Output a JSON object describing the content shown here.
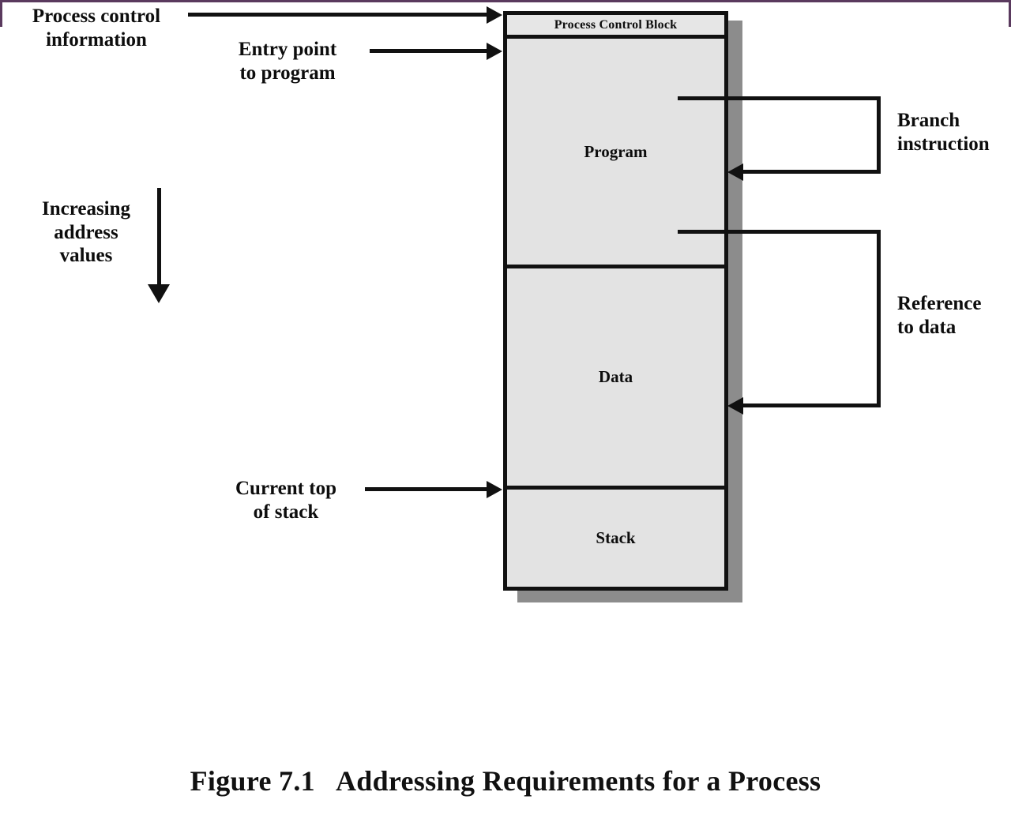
{
  "figure": {
    "caption_number": "Figure 7.1",
    "caption_title": "Addressing Requirements for a Process"
  },
  "memory_block": {
    "segments": [
      {
        "id": "pcb",
        "label": "Process Control Block"
      },
      {
        "id": "program",
        "label": "Program"
      },
      {
        "id": "data",
        "label": "Data"
      },
      {
        "id": "stack",
        "label": "Stack"
      }
    ]
  },
  "annotations": {
    "left": [
      {
        "id": "process-control-information",
        "label": "Process control\ninformation",
        "arrow": "right"
      },
      {
        "id": "entry-point-to-program",
        "label": "Entry point\nto program",
        "arrow": "right"
      },
      {
        "id": "increasing-address-values",
        "label": "Increasing\naddress\nvalues",
        "arrow": "down"
      },
      {
        "id": "current-top-of-stack",
        "label": "Current top\nof stack",
        "arrow": "right"
      }
    ],
    "right": [
      {
        "id": "branch-instruction",
        "label": "Branch\ninstruction",
        "arrow": "left"
      },
      {
        "id": "reference-to-data",
        "label": "Reference\nto data",
        "arrow": "left"
      }
    ]
  },
  "colors": {
    "segment_fill": "#e3e3e3",
    "outline": "#111111",
    "shadow": "#8c8c8c",
    "page_frame": "#5a3a5e",
    "background": "#ffffff"
  }
}
